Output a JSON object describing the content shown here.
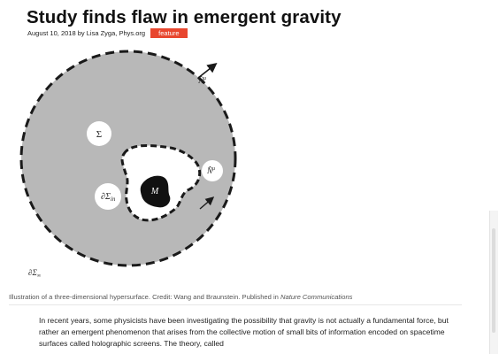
{
  "article": {
    "title": "Study finds flaw in emergent gravity",
    "date": "August 10, 2018",
    "by": "by",
    "author": "Lisa Zyga",
    "source": "Phys.org",
    "tag": "feature",
    "caption_prefix": "Illustration of a three-dimensional hypersurface. Credit: Wang and Braunstein. Published in ",
    "caption_journal": "Nature Communications",
    "body": "In recent years, some physicists have been investigating the possibility that gravity is not actually a fundamental force, but rather an emergent phenomenon that arises from the collective motion of small bits of information encoded on spacetime surfaces called holographic screens. The theory, called"
  },
  "figure": {
    "labels": {
      "sigma": "Σ",
      "mass": "M",
      "sigma_in": "∂Σ",
      "sigma_in_sub": "in",
      "sigma_out": "∂Σ",
      "sigma_out_sub": "∞",
      "normal_outer": "N̂",
      "normal_outer_sup": "μ",
      "normal_inner": "N̂",
      "normal_inner_sup": "μ"
    },
    "colors": {
      "disk": "#b8b8b8",
      "dash": "#1a1a1a",
      "mass": "#111111"
    }
  },
  "colors": {
    "tag_bg": "#e8472f",
    "title": "#111111",
    "caption": "#555555"
  }
}
